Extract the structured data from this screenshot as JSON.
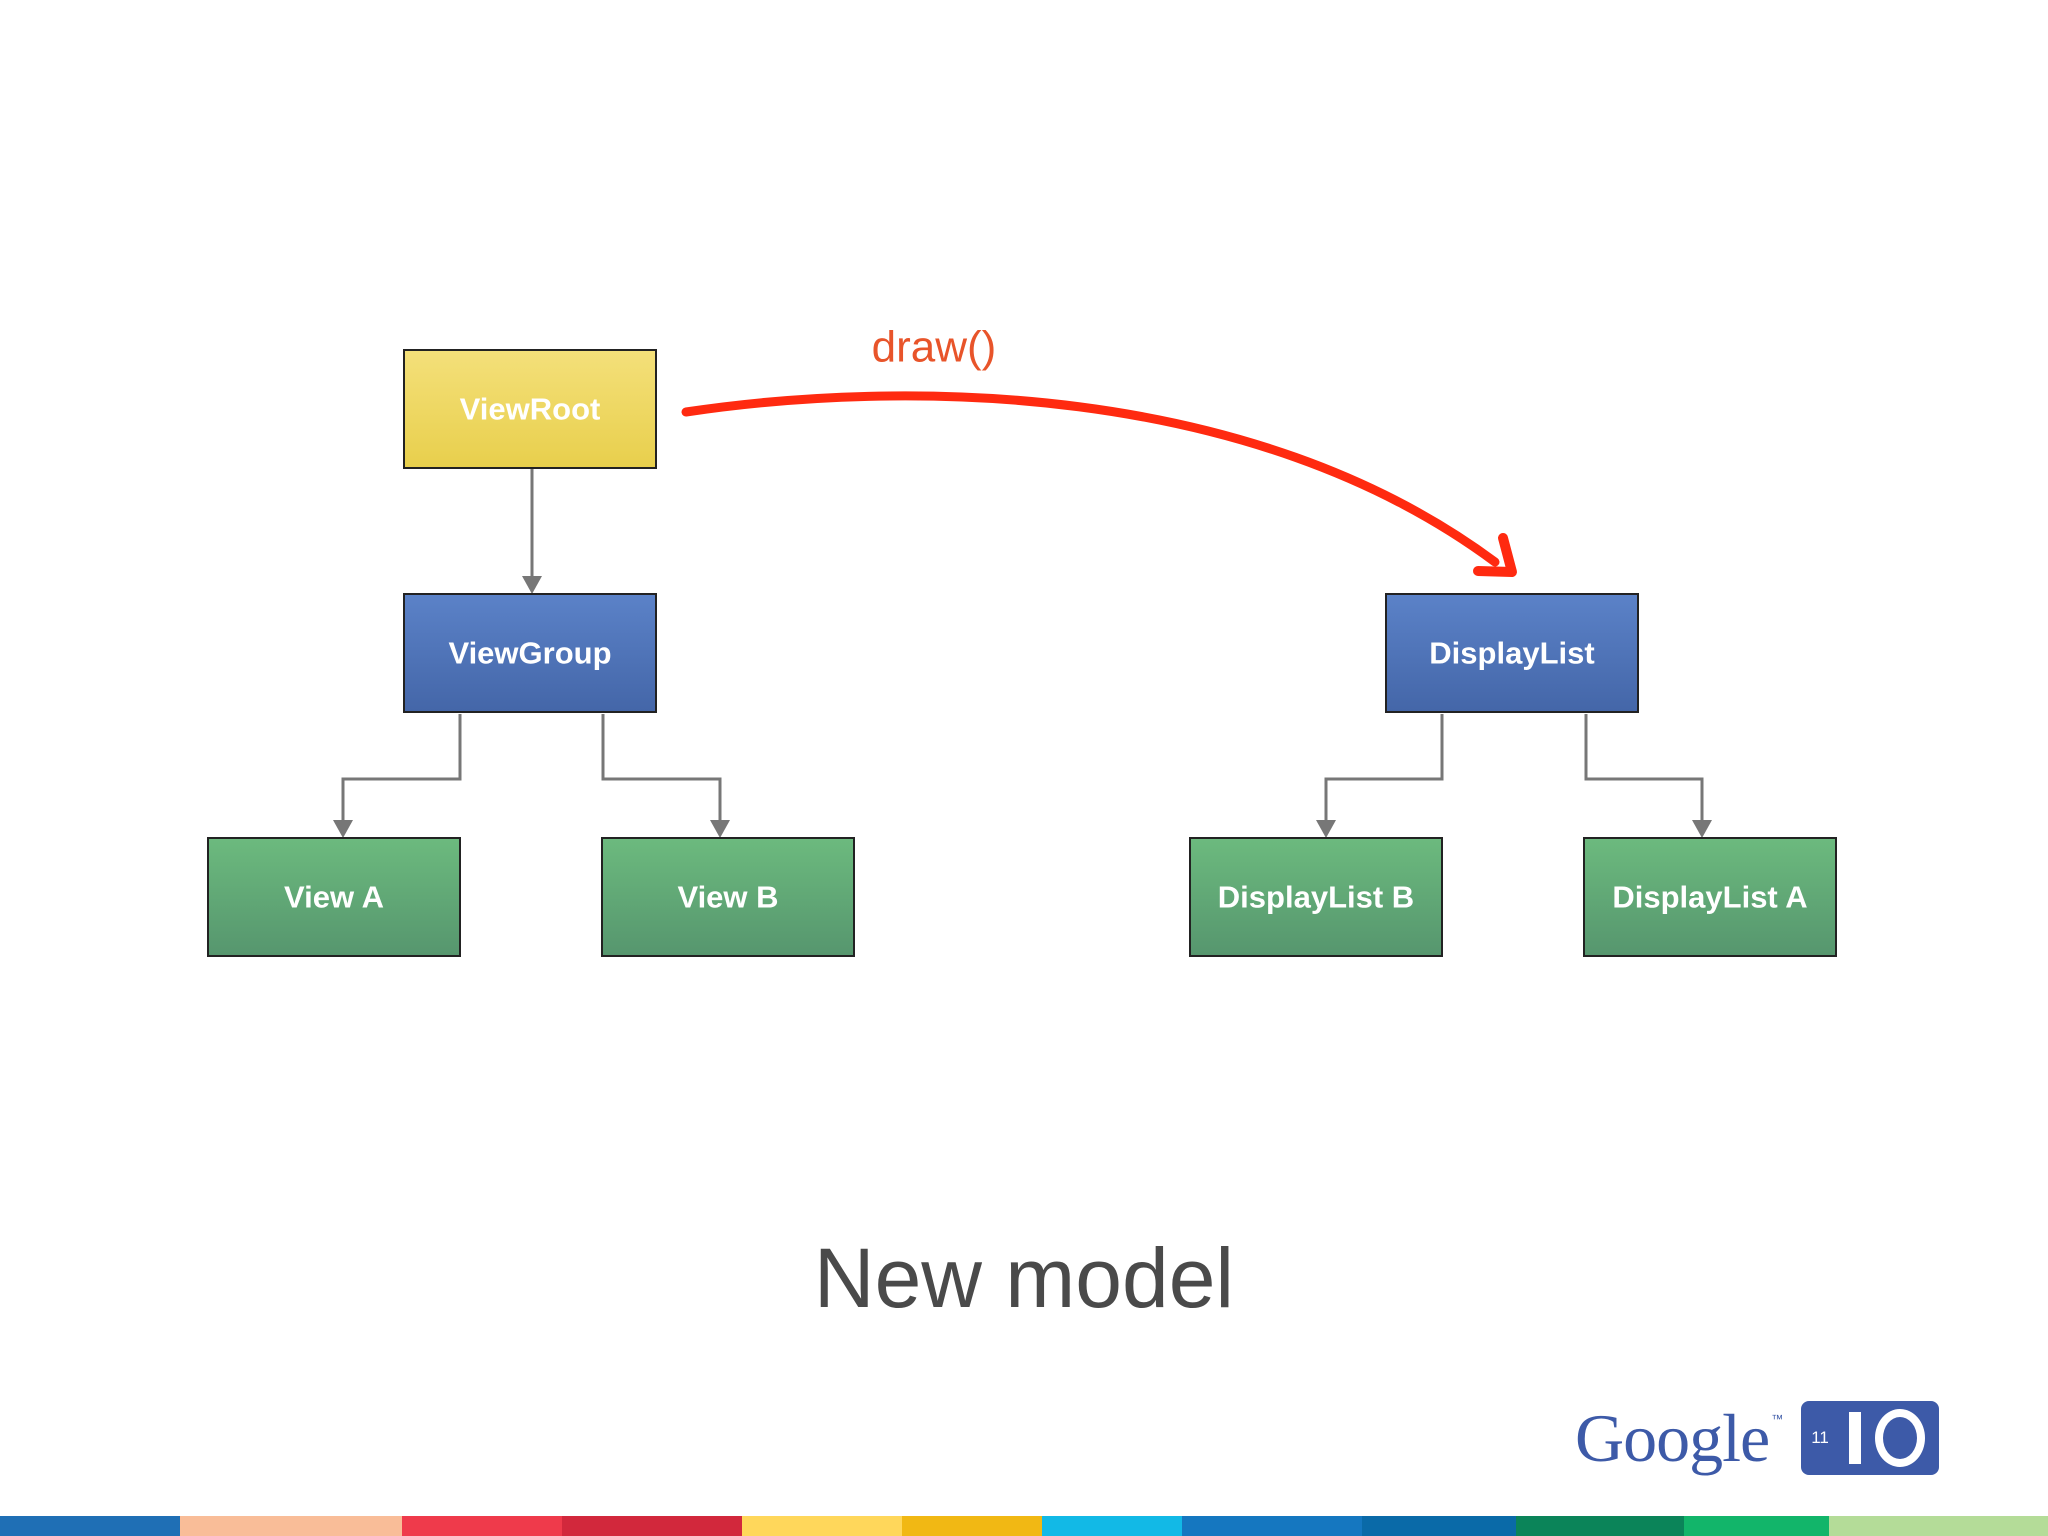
{
  "diagram": {
    "call_label": "draw()",
    "nodes": {
      "view_root": "ViewRoot",
      "view_group": "ViewGroup",
      "view_a": "View A",
      "view_b": "View B",
      "display_list": "DisplayList",
      "display_list_b": "DisplayList B",
      "display_list_a": "DisplayList A"
    },
    "colors": {
      "yellow_node": "#f0d860",
      "blue_node": "#4f74b8",
      "green_node": "#5ea876",
      "connector": "#777777",
      "call_arrow": "#ff2a10",
      "call_label": "#e8542a"
    }
  },
  "slide": {
    "title": "New model"
  },
  "logo": {
    "wordmark": "Google",
    "trademark": "™",
    "year": "11"
  },
  "footer_colors": [
    "#1f6fb5",
    "#f9bd98",
    "#ef3a4b",
    "#d2283c",
    "#ffd75b",
    "#f1b814",
    "#12b9e6",
    "#1577c0",
    "#0a6aa8",
    "#0b8459",
    "#12b56a",
    "#b4dc98"
  ]
}
